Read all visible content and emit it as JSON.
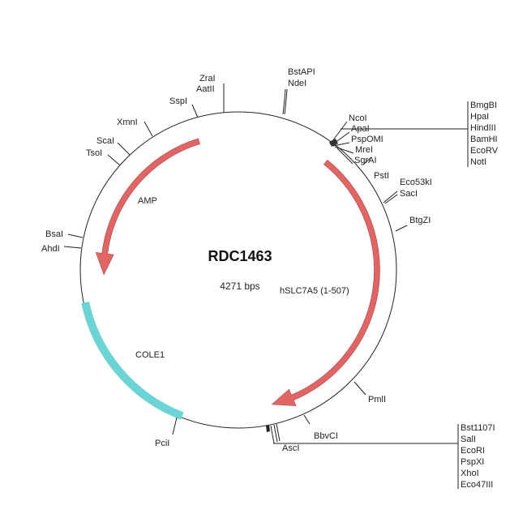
{
  "plasmid": {
    "name": "RDC1463",
    "size_label": "4271 bps"
  },
  "features": [
    {
      "name": "AMP",
      "color": "#e06666"
    },
    {
      "name": "hSLC7A5 (1-507)",
      "color": "#e06666"
    },
    {
      "name": "COLE1",
      "color": "#6cd4d4"
    }
  ],
  "sites": {
    "bstapi": "BstAPI",
    "ndei": "NdeI",
    "ncoi": "NcoI",
    "apai": "ApaI",
    "pspomi": "PspOMI",
    "mrei": "MreI",
    "sgrai": "SgrAI",
    "mcs1": [
      "BmgBI",
      "HpaI",
      "HindIII",
      "BamHI",
      "EcoRV",
      "NotI"
    ],
    "psti": "PstI",
    "eco53ki": "Eco53kI",
    "saci": "SacI",
    "btgzi": "BtgZI",
    "pmli": "PmlI",
    "bbvci": "BbvCI",
    "asci": "AscI",
    "mcs2": [
      "Bst1107I",
      "SalI",
      "EcoRI",
      "PspXI",
      "XhoI",
      "Eco47III"
    ],
    "pcii": "PciI",
    "ahdi": "AhdI",
    "bsai": "BsaI",
    "tsoi": "TsoI",
    "scai": "ScaI",
    "xmni": "XmnI",
    "sspi": "SspI",
    "zrai": "ZraI",
    "aatii": "AatII"
  }
}
